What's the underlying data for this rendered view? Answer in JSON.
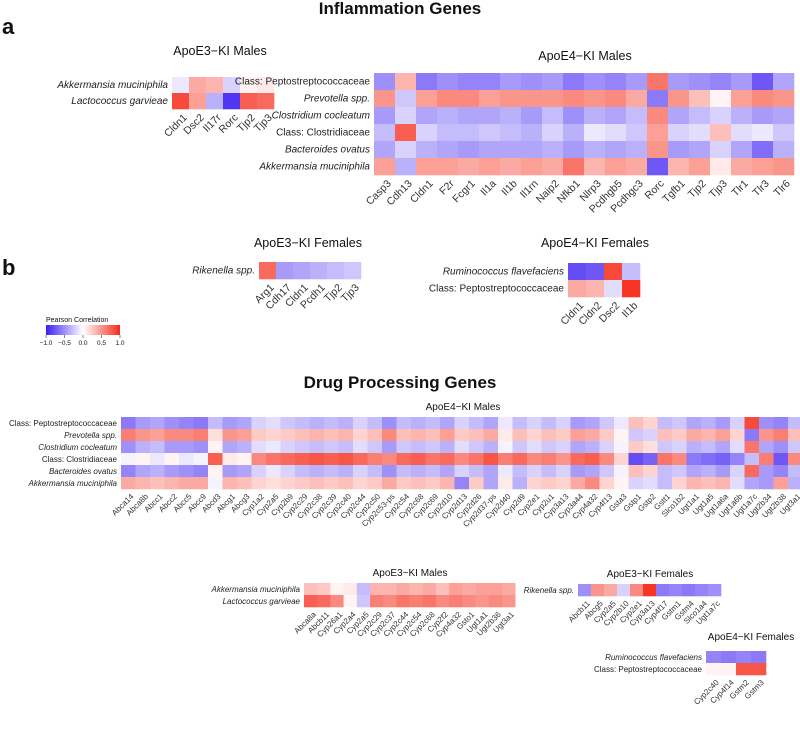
{
  "figure": {
    "section_inflammation": "Inflammation Genes",
    "section_drug": "Drug Processing Genes",
    "panel_a": "a",
    "panel_b": "b"
  },
  "colors": {
    "negative": "#3d1ff2",
    "zero": "#ffffff",
    "positive": "#f52a18"
  },
  "legend": {
    "title": "Pearson Correlation",
    "ticks": [
      "−1.0",
      "−0.5",
      "0.0",
      "0.5",
      "1.0"
    ],
    "tick_values": [
      -1.0,
      -0.5,
      0.0,
      0.5,
      1.0
    ]
  },
  "chart_data": [
    {
      "type": "heatmap",
      "title": "ApoE3−KI Males",
      "rows": [
        "Akkermansia muciniphila",
        "Lactococcus garvieae"
      ],
      "italic_rows": [
        true,
        true
      ],
      "columns": [
        "Cldn1",
        "Dsc2",
        "Il17r",
        "Rorc",
        "Tjp2",
        "Tjp3"
      ],
      "values": [
        [
          -0.1,
          0.4,
          0.35,
          -0.2,
          0.05,
          0.1
        ],
        [
          0.85,
          0.45,
          -0.35,
          -0.9,
          0.75,
          0.7
        ]
      ],
      "range": [
        -1,
        1
      ]
    },
    {
      "type": "heatmap",
      "title": "ApoE4−KI Males",
      "rows": [
        "Class: Peptostreptococcaceae",
        "Prevotella spp.",
        "Clostridium cocleatum",
        "Class: Clostridiaceae",
        "Bacteroides ovatus",
        "Akkermansia muciniphila"
      ],
      "italic_rows": [
        false,
        true,
        true,
        false,
        true,
        true
      ],
      "columns": [
        "Casp3",
        "Cdh13",
        "Cldn1",
        "F2r",
        "Fcgr1",
        "Il1a",
        "Il1b",
        "Il1rn",
        "Naip2",
        "Nfkb1",
        "Nlrp3",
        "Pcdhgb5",
        "Pcdhgc3",
        "Rorc",
        "Tgfb1",
        "Tjp2",
        "Tjp3",
        "Tlr1",
        "Tlr3",
        "Tlr6"
      ],
      "values": [
        [
          -0.5,
          0.35,
          -0.6,
          -0.5,
          -0.55,
          -0.55,
          -0.45,
          -0.5,
          -0.45,
          -0.6,
          -0.5,
          -0.55,
          -0.45,
          0.65,
          -0.45,
          -0.5,
          -0.55,
          -0.45,
          -0.75,
          -0.4
        ],
        [
          0.5,
          -0.25,
          0.45,
          0.55,
          0.55,
          0.45,
          0.5,
          0.5,
          0.5,
          0.55,
          0.5,
          0.55,
          0.4,
          -0.6,
          0.5,
          0.3,
          0.05,
          0.45,
          0.55,
          0.5
        ],
        [
          -0.45,
          -0.2,
          -0.4,
          -0.35,
          -0.4,
          -0.4,
          -0.35,
          -0.45,
          -0.3,
          -0.5,
          -0.35,
          -0.4,
          -0.3,
          0.55,
          -0.4,
          -0.3,
          -0.2,
          -0.35,
          -0.45,
          -0.4
        ],
        [
          -0.3,
          0.75,
          -0.2,
          -0.3,
          -0.3,
          -0.25,
          -0.3,
          -0.35,
          -0.2,
          -0.35,
          -0.1,
          -0.15,
          -0.25,
          0.45,
          -0.2,
          -0.15,
          0.3,
          -0.15,
          -0.1,
          -0.25
        ],
        [
          -0.4,
          -0.2,
          -0.35,
          -0.4,
          -0.45,
          -0.4,
          -0.4,
          -0.4,
          -0.35,
          -0.45,
          -0.35,
          -0.4,
          -0.35,
          0.5,
          -0.45,
          -0.4,
          -0.2,
          -0.4,
          -0.65,
          -0.35
        ],
        [
          0.45,
          -0.35,
          0.45,
          0.45,
          0.4,
          0.45,
          0.4,
          0.45,
          0.4,
          0.65,
          0.35,
          0.45,
          0.4,
          -0.75,
          0.35,
          0.45,
          0.1,
          0.4,
          0.45,
          0.5
        ]
      ],
      "range": [
        -1,
        1
      ]
    },
    {
      "type": "heatmap",
      "title": "ApoE3−KI Females",
      "rows": [
        "Rikenella spp."
      ],
      "italic_rows": [
        true
      ],
      "columns": [
        "Arg1",
        "Cdh17",
        "Cldn1",
        "Pcdh1",
        "Tjp2",
        "Tjp3"
      ],
      "values": [
        [
          0.7,
          -0.45,
          -0.4,
          -0.35,
          -0.3,
          -0.25
        ]
      ],
      "range": [
        -1,
        1
      ]
    },
    {
      "type": "heatmap",
      "title": "ApoE4−KI Females",
      "rows": [
        "Ruminococcus flavefaciens",
        "Class: Peptostreptococcaceae"
      ],
      "italic_rows": [
        true,
        false
      ],
      "columns": [
        "Cldn1",
        "Cldn2",
        "Dsc2",
        "Il1b"
      ],
      "values": [
        [
          -0.8,
          -0.75,
          0.85,
          -0.3
        ],
        [
          0.4,
          0.35,
          -0.15,
          0.95
        ]
      ],
      "range": [
        -1,
        1
      ]
    },
    {
      "type": "heatmap",
      "title": "ApoE4−KI Males",
      "rows": [
        "Class: Peptostreptococcaceae",
        "Prevotella spp.",
        "Clostridium cocleatum",
        "Class: Clostridiaceae",
        "Bacteroides ovatus",
        "Akkermansia muciniphila"
      ],
      "italic_rows": [
        false,
        true,
        true,
        false,
        true,
        true
      ],
      "columns": [
        "Abca14",
        "Abca8b",
        "Abcc1",
        "Abcc2",
        "Abcc5",
        "Abcc9",
        "Abcd3",
        "Abcg1",
        "Abcg3",
        "Cyp1a2",
        "Cyp2a5",
        "Cyp2b9",
        "Cyp2c29",
        "Cyp2c38",
        "Cyp2c39",
        "Cyp2c40",
        "Cyp2c44",
        "Cyp2c50",
        "Cyp2c53-ps",
        "Cyp2c54",
        "Cyp2c68",
        "Cyp2c69",
        "Cyp2d10",
        "Cyp2d13",
        "Cyp2d26",
        "Cyp2d37-ps",
        "Cyp2d40",
        "Cyp2d9",
        "Cyp2e1",
        "Cyp2u1",
        "Cyp3a13",
        "Cyp3a44",
        "Cyp4a32",
        "Cyp4f13",
        "Gsta3",
        "Gstp1",
        "Gstp2",
        "Gstt1",
        "Slco1b2",
        "Ugt1a1",
        "Ugt1a5",
        "Ugt1a6a",
        "Ugt1a6b",
        "Ugt1a7c",
        "Ugt2b34",
        "Ugt2b38",
        "Ugt3a1"
      ],
      "values": [
        [
          -0.6,
          -0.45,
          -0.4,
          -0.5,
          -0.55,
          -0.6,
          -0.3,
          -0.45,
          -0.4,
          -0.2,
          -0.15,
          -0.25,
          -0.3,
          -0.35,
          -0.3,
          -0.35,
          -0.2,
          -0.3,
          -0.5,
          -0.3,
          -0.35,
          -0.3,
          -0.4,
          -0.2,
          -0.3,
          -0.4,
          -0.1,
          -0.3,
          -0.2,
          -0.3,
          -0.2,
          -0.45,
          -0.4,
          -0.25,
          -0.1,
          0.3,
          0.2,
          -0.3,
          -0.25,
          -0.4,
          -0.35,
          -0.45,
          -0.2,
          0.85,
          -0.5,
          -0.55,
          -0.3
        ],
        [
          0.6,
          0.5,
          0.45,
          0.55,
          0.55,
          0.6,
          0.15,
          0.5,
          0.45,
          0.25,
          0.2,
          0.25,
          0.3,
          0.35,
          0.3,
          0.35,
          0.2,
          0.3,
          0.55,
          0.3,
          0.35,
          0.3,
          0.45,
          0.25,
          0.3,
          0.4,
          0.1,
          0.3,
          0.2,
          0.3,
          0.25,
          0.45,
          0.4,
          0.25,
          0.05,
          -0.25,
          -0.2,
          0.3,
          0.25,
          0.4,
          0.35,
          0.45,
          0.2,
          -0.6,
          0.5,
          0.6,
          0.3
        ],
        [
          -0.5,
          -0.35,
          -0.3,
          -0.45,
          -0.45,
          -0.5,
          0.05,
          -0.4,
          -0.35,
          -0.15,
          -0.1,
          -0.2,
          -0.25,
          -0.3,
          -0.25,
          -0.3,
          -0.15,
          -0.25,
          -0.45,
          -0.25,
          -0.3,
          -0.25,
          -0.35,
          -0.15,
          -0.25,
          -0.35,
          -0.05,
          -0.25,
          -0.15,
          -0.25,
          -0.2,
          -0.4,
          -0.35,
          -0.2,
          -0.05,
          0.25,
          0.15,
          -0.25,
          -0.2,
          -0.35,
          -0.3,
          -0.4,
          -0.15,
          0.65,
          -0.4,
          -0.5,
          -0.25
        ],
        [
          -0.05,
          0.05,
          -0.1,
          0.05,
          -0.1,
          -0.05,
          0.75,
          0.1,
          0.05,
          0.55,
          0.65,
          0.7,
          0.75,
          0.8,
          0.75,
          0.8,
          0.7,
          0.6,
          0.55,
          0.7,
          0.75,
          0.65,
          0.7,
          0.55,
          0.65,
          0.8,
          0.6,
          0.7,
          0.55,
          0.6,
          0.5,
          0.7,
          0.75,
          0.55,
          0.2,
          -0.8,
          -0.7,
          0.65,
          0.55,
          -0.6,
          -0.65,
          -0.7,
          -0.55,
          -0.3,
          0.6,
          -0.75,
          0.55
        ],
        [
          -0.55,
          -0.4,
          -0.35,
          -0.45,
          -0.5,
          -0.55,
          0.05,
          -0.45,
          -0.4,
          -0.2,
          -0.1,
          -0.2,
          -0.3,
          -0.35,
          -0.3,
          -0.35,
          -0.2,
          -0.3,
          -0.5,
          -0.3,
          -0.35,
          -0.3,
          -0.4,
          -0.2,
          -0.3,
          -0.4,
          -0.1,
          -0.3,
          -0.2,
          -0.3,
          -0.2,
          -0.45,
          -0.4,
          -0.25,
          -0.05,
          0.3,
          0.2,
          -0.3,
          -0.25,
          -0.4,
          -0.35,
          -0.45,
          -0.2,
          0.7,
          -0.45,
          -0.55,
          -0.3
        ],
        [
          0.4,
          0.35,
          0.3,
          0.35,
          0.4,
          0.4,
          -0.05,
          0.35,
          0.3,
          0.2,
          0.15,
          0.2,
          0.25,
          0.3,
          0.25,
          0.3,
          0.2,
          0.25,
          0.4,
          0.25,
          0.3,
          0.25,
          0.35,
          -0.55,
          0.25,
          -0.4,
          0.1,
          -0.35,
          0.2,
          0.25,
          0.2,
          0.4,
          0.55,
          0.2,
          0.05,
          -0.2,
          -0.15,
          -0.3,
          0.2,
          0.35,
          0.3,
          0.35,
          -0.15,
          -0.4,
          -0.45,
          0.45,
          -0.35
        ]
      ],
      "range": [
        -1,
        1
      ]
    },
    {
      "type": "heatmap",
      "title": "ApoE3−KI Males",
      "rows": [
        "Akkermansia muciniphila",
        "Lactococcus garvieae"
      ],
      "italic_rows": [
        true,
        true
      ],
      "columns": [
        "Abca8a",
        "Abcb11",
        "Cyp26a1",
        "Cyp2a4",
        "Cyp2a5",
        "Cyp2c29",
        "Cyp2c37",
        "Cyp2c44",
        "Cyp2c54",
        "Cyp2c68",
        "Cyp2f2",
        "Cyp4a32",
        "Gsto1",
        "Ugt1a1",
        "Ugt2b36",
        "Ugt3a1"
      ],
      "values": [
        [
          0.3,
          0.25,
          0.05,
          0.1,
          -0.3,
          0.35,
          0.35,
          0.4,
          0.35,
          0.4,
          0.3,
          0.45,
          0.4,
          0.45,
          0.45,
          0.4
        ],
        [
          0.75,
          0.7,
          0.55,
          0.05,
          -0.25,
          0.6,
          0.55,
          0.65,
          0.6,
          0.65,
          0.55,
          0.6,
          0.55,
          0.5,
          0.55,
          0.5
        ]
      ],
      "range": [
        -1,
        1
      ]
    },
    {
      "type": "heatmap",
      "title": "ApoE3−KI Females",
      "rows": [
        "Rikenella spp."
      ],
      "italic_rows": [
        true
      ],
      "columns": [
        "Abcb11",
        "Abcg5",
        "Cyp2a5",
        "Cyp2b10",
        "Cyp2e1",
        "Cyp3a13",
        "Cyp4f17",
        "Gstm1",
        "Gstm4",
        "Slco1a4",
        "Ugt1a7c"
      ],
      "values": [
        [
          -0.5,
          0.5,
          0.4,
          -0.2,
          0.55,
          0.95,
          -0.6,
          -0.55,
          -0.6,
          -0.55,
          -0.5
        ]
      ],
      "range": [
        -1,
        1
      ]
    },
    {
      "type": "heatmap",
      "title": "ApoE4−KI Females",
      "rows": [
        "Ruminococcus flavefaciens",
        "Class: Peptostreptococcaceae"
      ],
      "italic_rows": [
        true,
        false
      ],
      "columns": [
        "Cyp2c40",
        "Cyp4f14",
        "Gstm2",
        "Gstm3"
      ],
      "values": [
        [
          -0.55,
          -0.6,
          -0.55,
          -0.6
        ],
        [
          0.05,
          0.05,
          0.8,
          0.8
        ]
      ],
      "range": [
        -1,
        1
      ]
    }
  ]
}
